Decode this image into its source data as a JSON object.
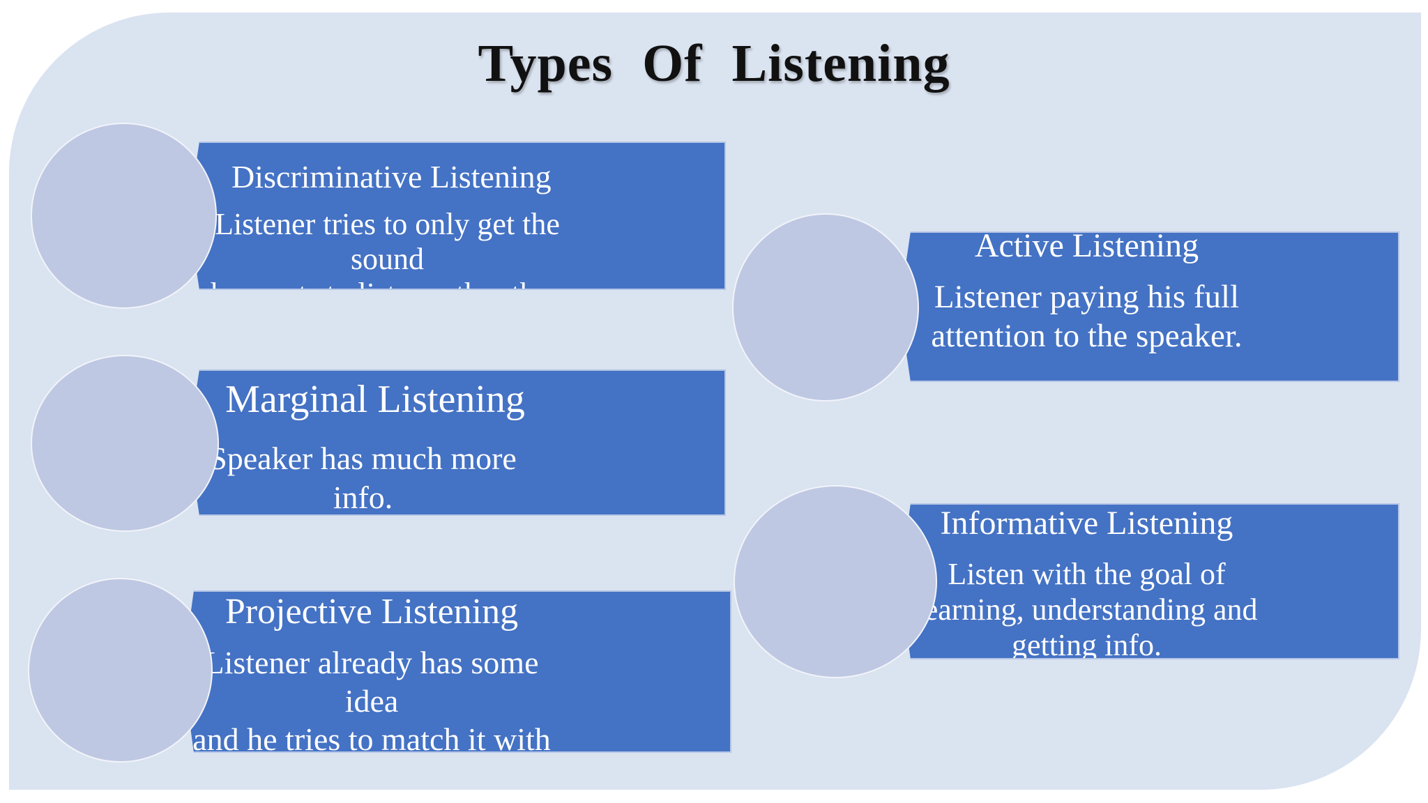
{
  "slide": {
    "title": "Types  Of  Listening",
    "colors": {
      "background_panel": "#dae3f0",
      "card_fill": "#4472c4",
      "card_text": "#ffffff",
      "circle_fill": "#bfc8e2",
      "title_text": "#111111"
    },
    "items": [
      {
        "title": "Discriminative Listening",
        "body": "Listener tries to only get the sound\nhe wants to listen rather than other."
      },
      {
        "title": "Marginal Listening",
        "body": "Speaker has much more info.\nthan listener wants to listen."
      },
      {
        "title": "Projective Listening",
        "body": "Listener already has some idea\nand he tries to match it with\nspeaker."
      },
      {
        "title": "Active Listening",
        "body": "Listener paying his full\nattention to the speaker."
      },
      {
        "title": "Informative Listening",
        "body": "Listen with the goal of\nlearning, understanding and\ngetting info."
      }
    ]
  }
}
